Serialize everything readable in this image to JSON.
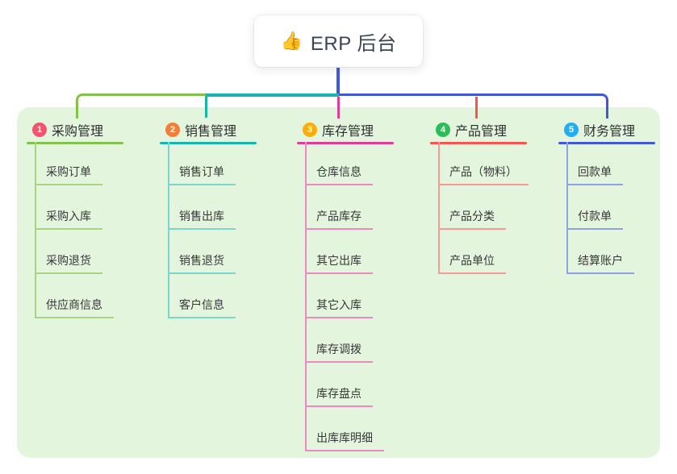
{
  "canvas": {
    "background": "#e4f5de"
  },
  "root": {
    "icon": "👍",
    "title": "ERP 后台",
    "connector_color": "#4159d8"
  },
  "branches": [
    {
      "num": "1",
      "label": "采购管理",
      "colors": {
        "badge": "#f3536d",
        "main": "#82c14b",
        "light": "#a9d481"
      },
      "children": [
        "采购订单",
        "采购入库",
        "采购退货",
        "供应商信息"
      ]
    },
    {
      "num": "2",
      "label": "销售管理",
      "colors": {
        "badge": "#f57e37",
        "main": "#17b5ae",
        "light": "#7bd4cd"
      },
      "children": [
        "销售订单",
        "销售出库",
        "销售退货",
        "客户信息"
      ]
    },
    {
      "num": "3",
      "label": "库存管理",
      "colors": {
        "badge": "#fcae06",
        "main": "#e23c9b",
        "light": "#ef87c2"
      },
      "children": [
        "仓库信息",
        "产品库存",
        "其它出库",
        "其它入库",
        "库存调拨",
        "库存盘点",
        "出库库明细"
      ]
    },
    {
      "num": "4",
      "label": "产品管理",
      "colors": {
        "badge": "#2cbd5b",
        "main": "#f8534c",
        "light": "#f99b94"
      },
      "children": [
        "产品（物料）",
        "产品分类",
        "产品单位"
      ]
    },
    {
      "num": "5",
      "label": "财务管理",
      "colors": {
        "badge": "#22aef0",
        "main": "#4159d8",
        "light": "#8ba2e6"
      },
      "children": [
        "回款单",
        "付款单",
        "结算账户"
      ]
    }
  ]
}
